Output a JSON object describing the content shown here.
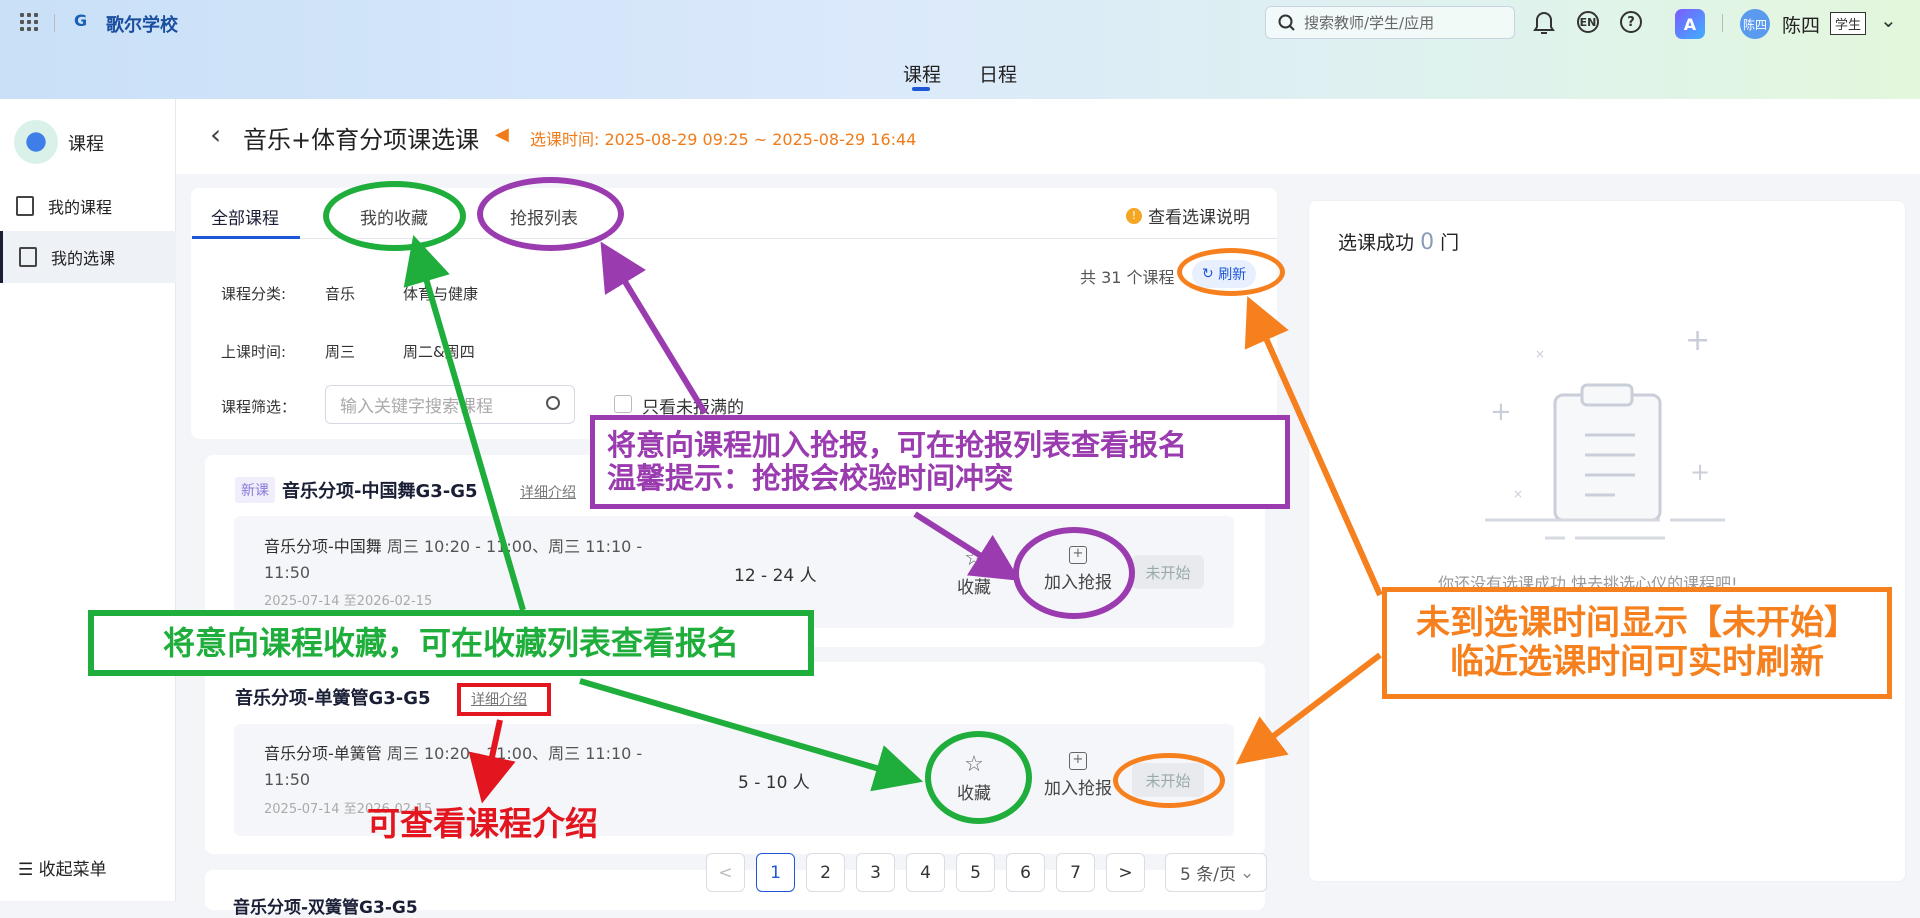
{
  "header": {
    "school": "歌尔学校",
    "logo": "G",
    "search_placeholder": "搜索教师/学生/应用",
    "lang": "EN",
    "help": "?",
    "app": "A",
    "avatar": "陈四",
    "username": "陈四",
    "role": "学生",
    "nav": [
      "课程",
      "日程"
    ]
  },
  "sidebar": {
    "title": "课程",
    "items": [
      {
        "label": "我的课程"
      },
      {
        "label": "我的选课"
      }
    ],
    "collapse": "收起菜单"
  },
  "page": {
    "title": "音乐+体育分项课选课",
    "select_time": "选课时间: 2025-08-29 09:25 ~ 2025-08-29 16:44"
  },
  "tabs": [
    "全部课程",
    "我的收藏",
    "抢报列表"
  ],
  "guide": "查看选课说明",
  "total": "共 31 个课程",
  "refresh": "刷新",
  "filters": {
    "category_label": "课程分类:",
    "categories": [
      "音乐",
      "体育与健康"
    ],
    "time_label": "上课时间:",
    "times": [
      "周三",
      "周二&周四"
    ],
    "search_label": "课程筛选：",
    "search_placeholder": "输入关键字搜索课程",
    "only_open": "只看未报满的"
  },
  "courses": [
    {
      "badge": "新课",
      "name": "音乐分项-中国舞G3-G5",
      "detail": "详细介绍",
      "class_name": "音乐分项-中国舞",
      "schedule_line1": "周三 10:20 - 11:00、周三 11:10 -",
      "schedule_line2": "11:50",
      "dates": "2025-07-14 至2026-02-15",
      "capacity": "12 - 24 人",
      "favorite": "收藏",
      "grab": "加入抢报",
      "status": "未开始"
    },
    {
      "badge": "",
      "name": "音乐分项-单簧管G3-G5",
      "detail": "详细介绍",
      "class_name": "音乐分项-单簧管",
      "schedule_line1": "周三 10:20 - 11:00、周三 11:10 -",
      "schedule_line2": "11:50",
      "dates": "2025-07-14 至2026-02-15",
      "capacity": "5 - 10 人",
      "favorite": "收藏",
      "grab": "加入抢报",
      "status": "未开始"
    }
  ],
  "next_course_name": "音乐分项-双簧管G3-G5",
  "pagination": {
    "prev": "<",
    "pages": [
      "1",
      "2",
      "3",
      "4",
      "5",
      "6",
      "7"
    ],
    "current": 1,
    "next": ">",
    "page_size": "5 条/页"
  },
  "right": {
    "success_label": "选课成功",
    "success_count": "0",
    "success_unit": "门",
    "empty_text": "你还没有选课成功 快去挑选心仪的课程吧!"
  },
  "annotations": {
    "purple_line1": "将意向课程加入抢报，可在抢报列表查看报名",
    "purple_line2": "温馨提示：抢报会校验时间冲突",
    "green": "将意向课程收藏，可在收藏列表查看报名",
    "orange_line1": "未到选课时间显示【未开始】",
    "orange_line2": "临近选课时间可实时刷新",
    "red": "可查看课程介绍",
    "colors": {
      "purple": "#9b3bb0",
      "green": "#1fae3c",
      "orange": "#f7801e",
      "red": "#e3151f"
    }
  }
}
